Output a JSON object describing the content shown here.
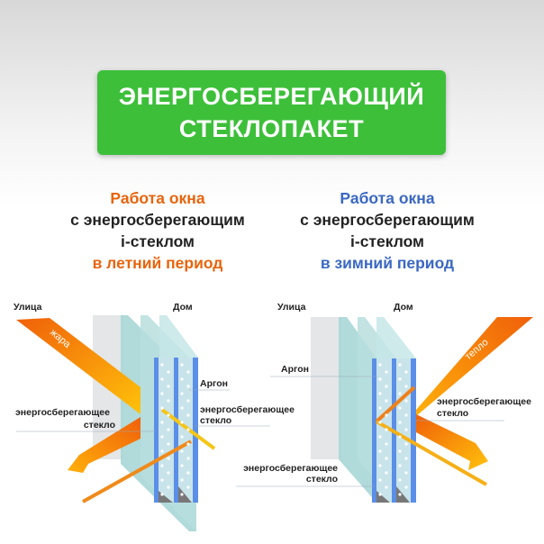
{
  "title": {
    "line1": "ЭНЕРГОСБЕРЕГАЮЩИЙ",
    "line2": "СТЕКЛОПАКЕТ"
  },
  "summer": {
    "line1": "Работа окна",
    "line2": "с энергосберегающим",
    "line3": "i-стеклом",
    "line4": "в летний период",
    "street": "Улица",
    "home": "Дом",
    "arrow": "жара",
    "argon": "Аргон",
    "glass_left_1": "энергосберегающее",
    "glass_left_2": "стекло",
    "glass_right_1": "энергосберегающее",
    "glass_right_2": "стекло"
  },
  "winter": {
    "line1": "Работа окна",
    "line2": "с энергосберегающим",
    "line3": "i-стеклом",
    "line4": "в зимний период",
    "street": "Улица",
    "home": "Дом",
    "arrow": "тепло",
    "argon": "Аргон",
    "glass_right_1": "энергосберегающее",
    "glass_right_2": "стекло",
    "glass_bottom_1": "энергосберегающее",
    "glass_bottom_2": "стекло"
  },
  "colors": {
    "green": "#3dbf3a",
    "orange": "#e8640c",
    "blue": "#3a68c2",
    "glass_bar": "#5b8ee6"
  }
}
